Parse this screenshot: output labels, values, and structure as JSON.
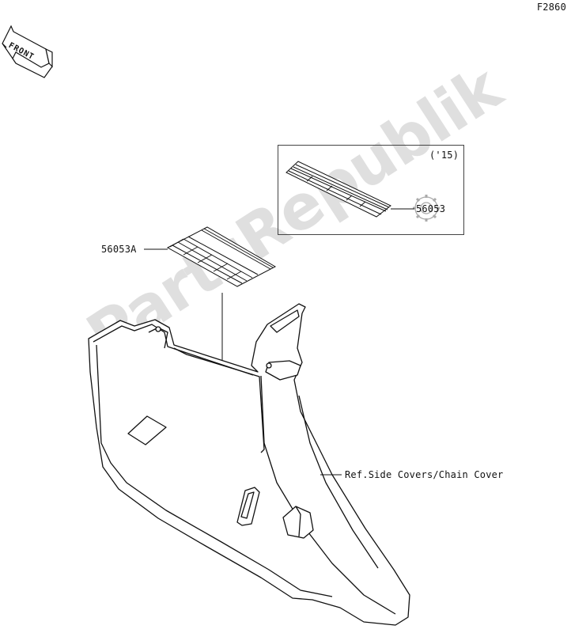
{
  "diagram": {
    "ref_code": "F2860",
    "front_label": "FRONT",
    "inset": {
      "year_label": "('15)",
      "part_number": "56053"
    },
    "part_main": "56053A",
    "reference_note": "Ref.Side Covers/Chain Cover"
  },
  "watermark": {
    "text": "PartsRepublik"
  }
}
